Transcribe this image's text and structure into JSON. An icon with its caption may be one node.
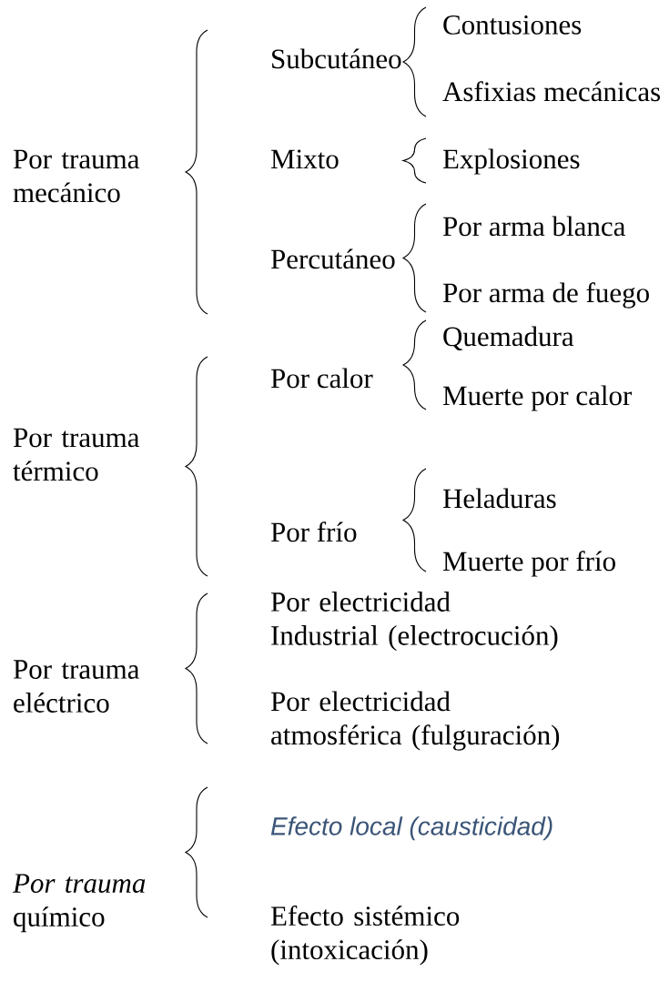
{
  "diagram": {
    "nodes": [
      {
        "text": [
          "Por trauma mecánico"
        ]
      },
      {
        "text": [
          "Subcutáneo"
        ]
      },
      {
        "text": [
          "Contusiones"
        ]
      },
      {
        "text": [
          "Asfixias mecánicas"
        ]
      },
      {
        "text": [
          "Mixto"
        ]
      },
      {
        "text": [
          "Explosiones"
        ]
      },
      {
        "text": [
          "Percutáneo"
        ]
      },
      {
        "text": [
          "Por arma blanca"
        ]
      },
      {
        "text": [
          "Por arma de fuego"
        ]
      },
      {
        "text": [
          "Por trauma térmico"
        ]
      },
      {
        "text": [
          "Por calor"
        ]
      },
      {
        "text": [
          "Quemadura"
        ]
      },
      {
        "text": [
          "Muerte por calor"
        ]
      },
      {
        "text": [
          "Por frío"
        ]
      },
      {
        "text": [
          "Heladuras"
        ]
      },
      {
        "text": [
          "Muerte por frío"
        ]
      },
      {
        "text": [
          "Por trauma eléctrico"
        ]
      },
      {
        "text": [
          "Por electricidad Industrial (electrocución)"
        ]
      },
      {
        "text": [
          "Por electricidad atmosférica (fulguración)"
        ]
      },
      {
        "text": [
          "*Por trauma* químico"
        ]
      },
      {
        "text": [
          "Efecto local (causticidad)"
        ]
      },
      {
        "text": [
          "Efecto sistémico (intoxicación)"
        ]
      }
    ]
  }
}
